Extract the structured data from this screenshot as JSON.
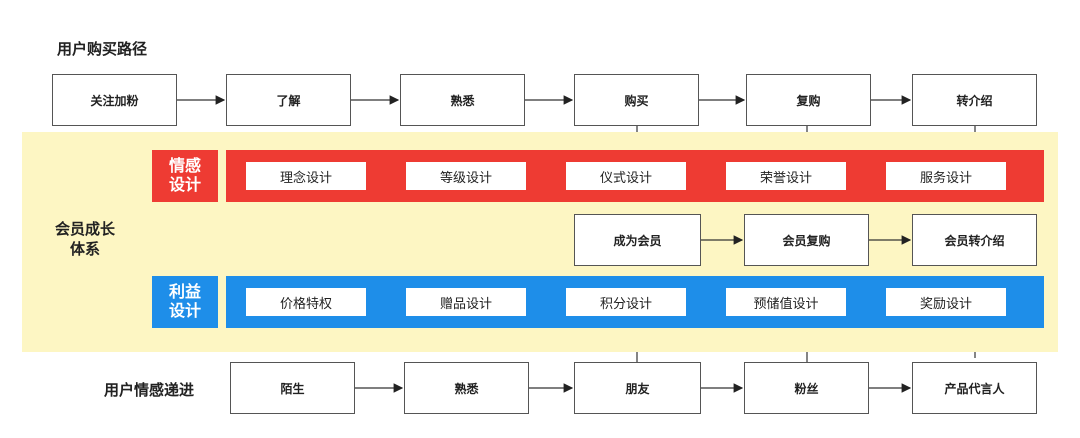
{
  "title": "用户购买路径",
  "purchase_path": [
    "关注加粉",
    "了解",
    "熟悉",
    "购买",
    "复购",
    "转介绍"
  ],
  "member_label": "会员成长\n体系",
  "emotion_tag": "情感\n设计",
  "emotion_items": [
    "理念设计",
    "等级设计",
    "仪式设计",
    "荣誉设计",
    "服务设计"
  ],
  "member_path": [
    "成为会员",
    "会员复购",
    "会员转介绍"
  ],
  "benefit_tag": "利益\n设计",
  "benefit_items": [
    "价格特权",
    "赠品设计",
    "积分设计",
    "预储值设计",
    "奖励设计"
  ],
  "emotion_progress_label": "用户情感递进",
  "emotion_progress": [
    "陌生",
    "熟悉",
    "朋友",
    "粉丝",
    "产品代言人"
  ],
  "colors": {
    "emotion": "#ee3b33",
    "benefit": "#1e8ee9",
    "background": "#fdf6c3"
  }
}
